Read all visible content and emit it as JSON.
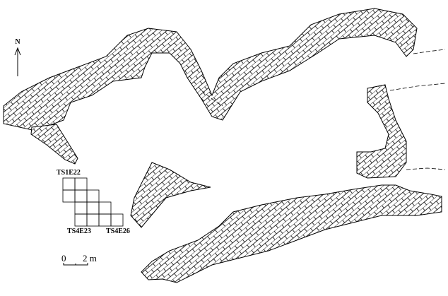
{
  "north_label": "N",
  "grid_labels": {
    "top_left": "TS1E22",
    "bottom_left": "TS4E23",
    "bottom_right": "TS4E26"
  },
  "scale": {
    "start": "0",
    "end": "2 m"
  },
  "grid_rows": [
    [
      0,
      1
    ],
    [
      0,
      1,
      2
    ],
    [
      1,
      2,
      3
    ],
    [
      1,
      2,
      3,
      4
    ]
  ]
}
